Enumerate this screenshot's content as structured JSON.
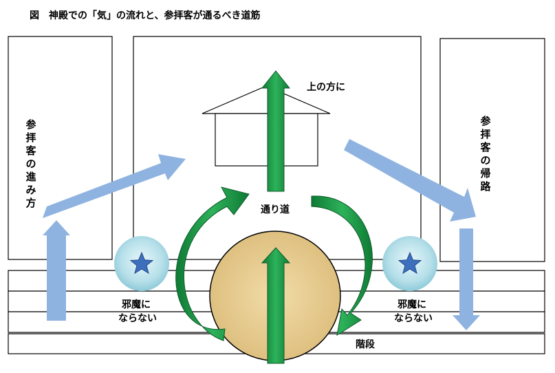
{
  "title": "図　神殿での「気」の流れと、参拝客が通るべき道筋",
  "labels": {
    "upward": "上の方に",
    "left_path": "参拝客の進み方",
    "right_path": "参拝客の帰路",
    "passage": "通り道",
    "stairs": "階段",
    "left_note": [
      "邪魔に",
      "ならない"
    ],
    "right_note": [
      "邪魔に",
      "ならない"
    ]
  },
  "colors": {
    "flow_arrow": "#1e9a48",
    "visitor_arrow": "#8fb3e0",
    "circle_fill": "#e9cf96",
    "orb": "#bfe6ee",
    "star": "#3d6fbd"
  },
  "icons": [
    "star-icon",
    "shrine-icon"
  ]
}
